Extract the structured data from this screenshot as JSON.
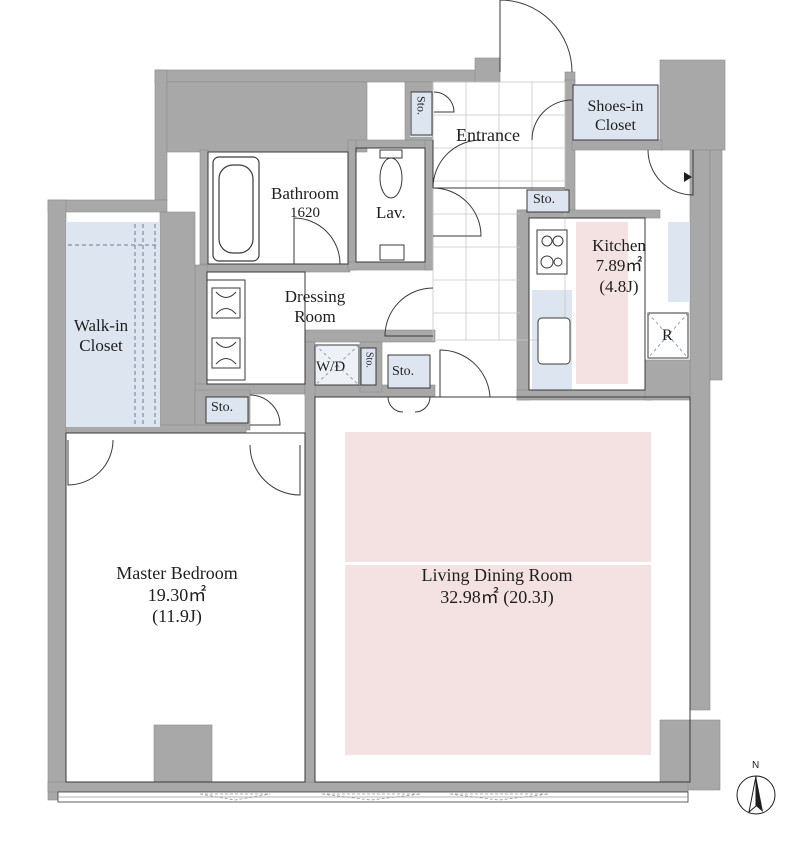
{
  "rooms": {
    "entrance": {
      "name": "Entrance"
    },
    "shoes_in_closet": {
      "line1": "Shoes-in",
      "line2": "Closet"
    },
    "bathroom": {
      "name": "Bathroom",
      "size": "1620"
    },
    "lavatory": {
      "name": "Lav."
    },
    "kitchen": {
      "name": "Kitchen",
      "area": "7.89㎡",
      "jo": "(4.8J)"
    },
    "dressing_room": {
      "line1": "Dressing",
      "line2": "Room"
    },
    "walk_in_closet": {
      "line1": "Walk-in",
      "line2": "Closet"
    },
    "washer_dryer": {
      "name": "W/D"
    },
    "refrigerator": {
      "name": "R"
    },
    "master_bedroom": {
      "name": "Master Bedroom",
      "area": "19.30㎡",
      "jo": "(11.9J)"
    },
    "living_dining_room": {
      "name": "Living Dining Room",
      "area": "32.98㎡ (20.3J)"
    }
  },
  "storage": {
    "entrance_sto": "Sto.",
    "kitchen_sto": "Sto.",
    "wd_sto": "Sto.",
    "hall_sto": "Sto.",
    "closet_sto": "Sto."
  },
  "compass": {
    "label": "N"
  },
  "colors": {
    "wall": "#a8a8a8",
    "wet_floor": "#dde6f0",
    "highlight": "#f4e2e2",
    "line": "#3a3a3a"
  }
}
